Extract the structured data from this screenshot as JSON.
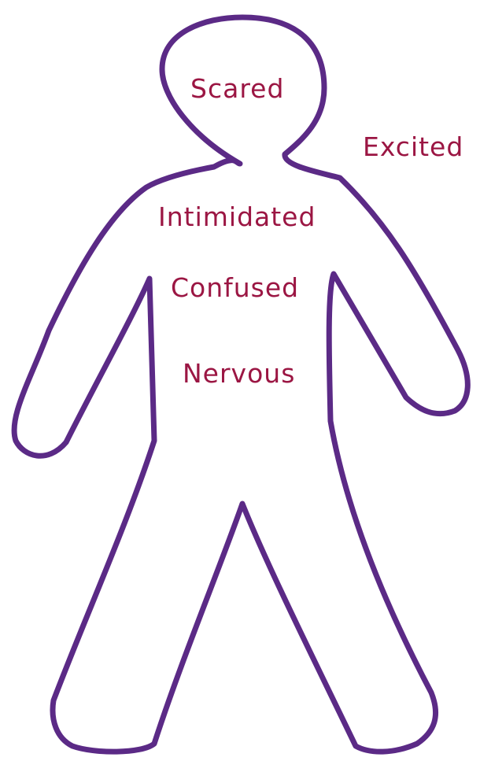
{
  "colors": {
    "outline": "#5b2a86",
    "text": "#9b1643",
    "background": "#ffffff"
  },
  "feelings": [
    {
      "text": "Scared"
    },
    {
      "text": "Excited"
    },
    {
      "text": "Intimidated"
    },
    {
      "text": "Confused"
    },
    {
      "text": "Nervous"
    }
  ]
}
